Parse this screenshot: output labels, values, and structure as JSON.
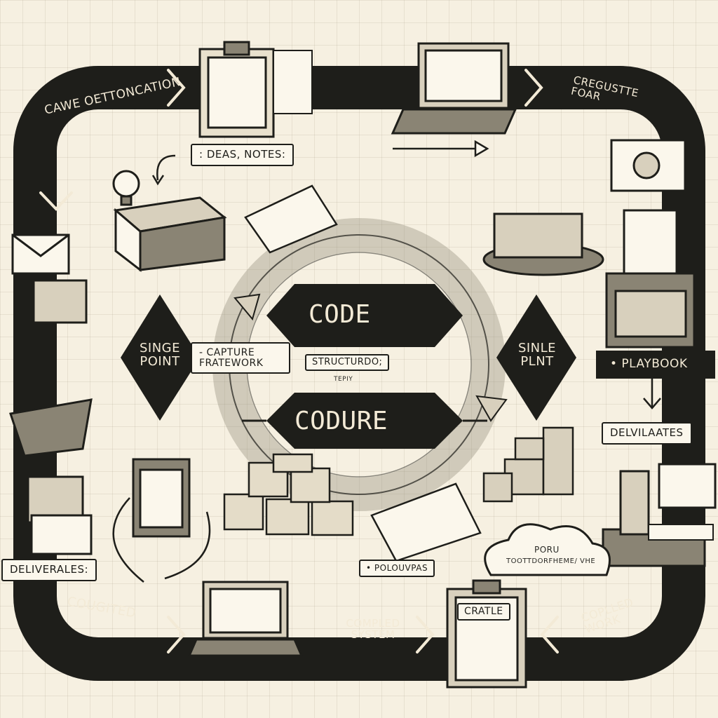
{
  "labels": {
    "top_left_track": "CAWE OETTONCATION",
    "top_right_track": "CREGUSTTE FOAR",
    "ideas_notes": ": DEAS, NOTES:",
    "left_diamond": "SINGE POINT",
    "capture_framework": "- CAPTURE FRATEWORK",
    "code": "CODE",
    "structurdo": "STRUCTURDO;",
    "structurdo_sub": "TEPIY",
    "codure": "CODURE",
    "right_diamond": "SINLE PLNT",
    "playbook": "• PLAYBOOK",
    "delvilaates": "DELVILAATES",
    "deliverales": "DELIVERALES:",
    "polouvpas": "• POLOUVPAS",
    "cloud_line1": "PORU",
    "cloud_line2": "TOOTTDORFHEME/ VHE",
    "bottom_left_track": "COUGITED",
    "bottom_center_track": "COMPLED SYSTEM",
    "cratle": "CRATLE",
    "bottom_right_track": "COPLLED WORK"
  },
  "colors": {
    "background": "#f6f0e1",
    "track": "#1e1e1a",
    "track_text": "#f3ead6",
    "paper": "#fbf7ec",
    "shade": "#d8d0bd"
  }
}
